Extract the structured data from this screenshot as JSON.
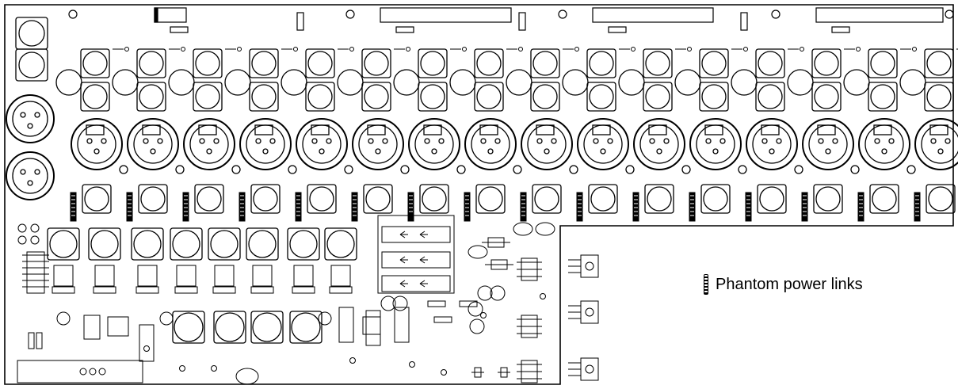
{
  "legend": {
    "label": "Phantom power links",
    "icon": "phantom-power-link-icon"
  },
  "board": {
    "xlr_connector_count": 16,
    "phantom_link_count": 16,
    "colors": {
      "ink": "#000000",
      "paper": "#ffffff"
    }
  }
}
